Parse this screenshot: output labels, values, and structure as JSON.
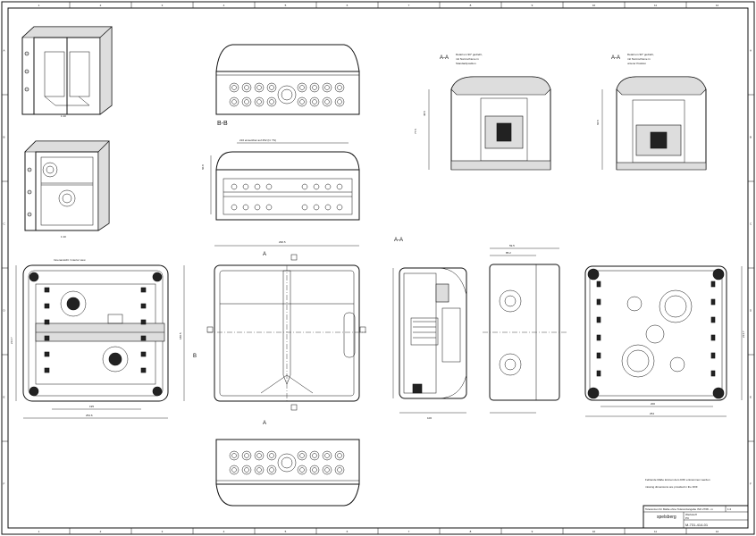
{
  "frame": {
    "top_zones": [
      "1",
      "2",
      "3",
      "4",
      "5",
      "6",
      "7",
      "8",
      "9",
      "10",
      "11",
      "12"
    ],
    "left_zones": [
      "A",
      "B",
      "C",
      "D",
      "E",
      "F"
    ]
  },
  "views": {
    "section_bb": "B-B",
    "section_aa": "A-A",
    "detail_left_title": "A-A",
    "detail_left_note1": "Detail um 90° gedreht,",
    "detail_left_note2": "mit Normschiene in",
    "detail_left_note3": "Standardposition",
    "detail_right_title": "A-A",
    "detail_right_note1": "Detail um 90° gedreht,",
    "detail_right_note2": "mit Normschiene in",
    "detail_right_note3": "unterer Position",
    "iso_scale_1": "1:10",
    "iso_scale_2": "1:10",
    "interior_label": "Innenansicht / interior view",
    "section_label_a": "A",
    "section_label_b": "B"
  },
  "dimensions": {
    "top_width": "296.5",
    "bb_width": "216 einsetzbar auf 252 (N. TS)",
    "bb_height": "60.8",
    "interior_width_1": "195",
    "interior_width_2": "254.6",
    "interior_height": "214.7",
    "side_width": "106",
    "side_depth": "59.5",
    "side_depth_2": "85.2",
    "rear_width_1": "200",
    "rear_width_2": "254",
    "rear_height": "214.7",
    "front_height": "180.5",
    "detail_h1": "48.5",
    "detail_h2": "77.5",
    "detail_h3": "66.5"
  },
  "notes": {
    "note_de": "Fehlende Maße können dem DXF entnommen werden",
    "note_en": "missing dimensions are provided in the DXF"
  },
  "title_block": {
    "tolerance_note": "Toleranzen für Maße ohne Toleranzangabe ISO 2768 - m",
    "material_label": "Werkstoff",
    "material_value": "PC",
    "scale_label": "Maßstab",
    "scale_value": "1:2",
    "company": "spelsberg",
    "drawing_no": "M-731-414-01"
  }
}
